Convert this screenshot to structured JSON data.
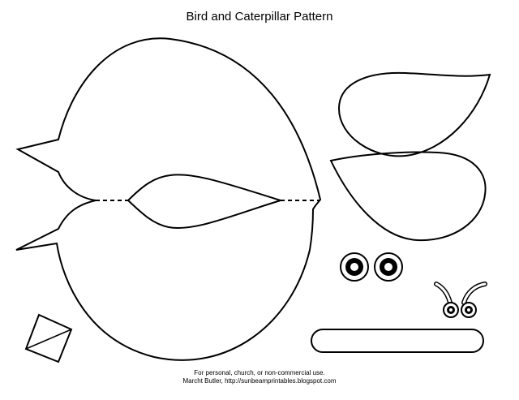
{
  "page": {
    "title": "Bird and Caterpillar Pattern",
    "footer_line1": "For personal, church, or non-commercial use.",
    "footer_line2": "Marcht Butler, http://sunbeamprintables.blogspot.com"
  },
  "pattern_pieces": [
    {
      "name": "bird body with beaks",
      "fold_lines": "dashed"
    },
    {
      "name": "wing upper",
      "fold_lines": "none"
    },
    {
      "name": "wing lower",
      "fold_lines": "none"
    },
    {
      "name": "bird eyes",
      "count": 2
    },
    {
      "name": "caterpillar head with antennae",
      "count": 1
    },
    {
      "name": "caterpillar body",
      "count": 1
    },
    {
      "name": "small kite square",
      "count": 1
    }
  ],
  "colors": {
    "stroke": "#000000",
    "background": "#ffffff"
  }
}
